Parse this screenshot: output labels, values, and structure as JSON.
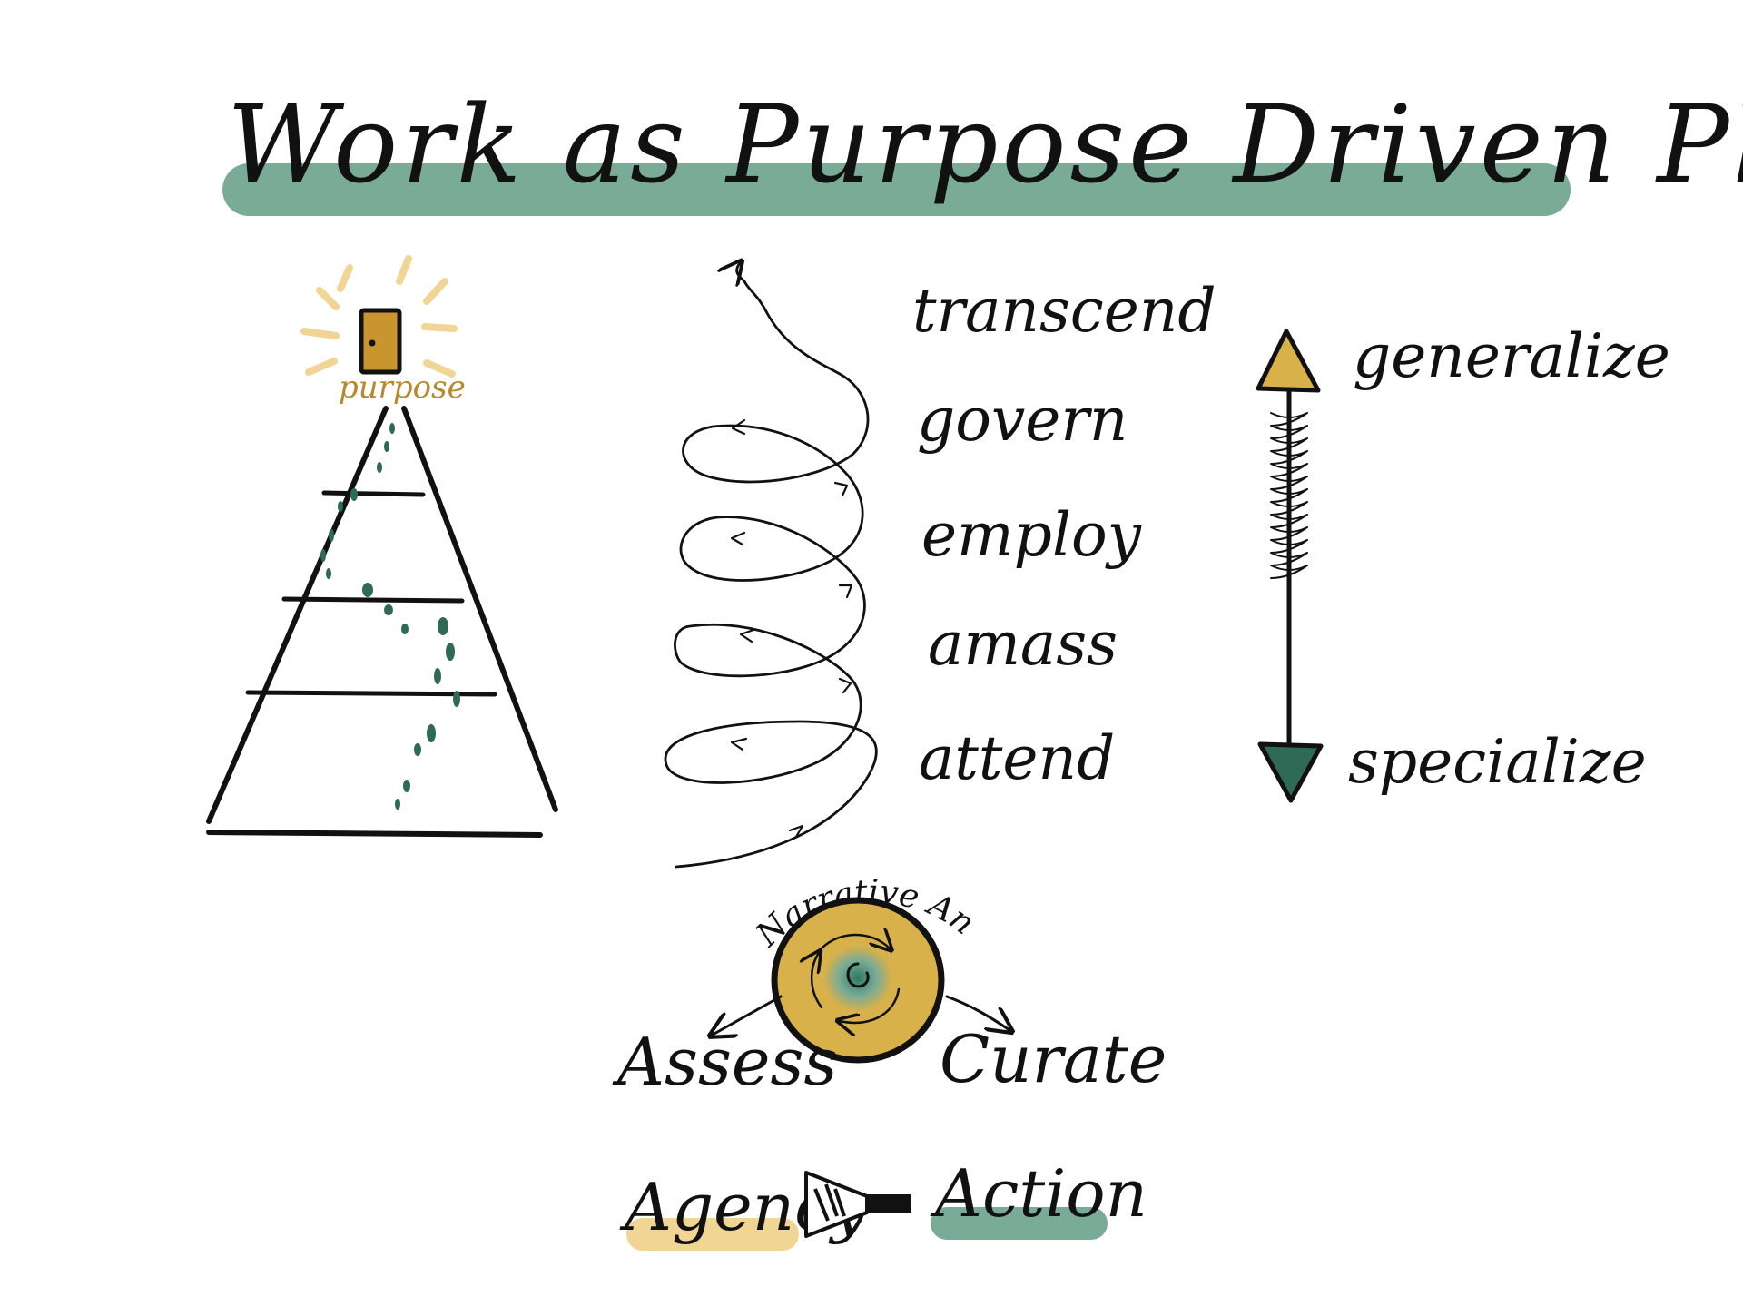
{
  "title": "Work as Purpose Driven Play",
  "pyramid": {
    "top_label": "purpose"
  },
  "spiral": {
    "levels": [
      "transcend",
      "govern",
      "employ",
      "amass",
      "attend"
    ]
  },
  "scale": {
    "top_label": "generalize",
    "bottom_label": "specialize"
  },
  "cycle": {
    "center_label": "Narrative Analysis",
    "left_label": "Assess",
    "right_label": "Curate"
  },
  "bottom": {
    "left_label": "Agency",
    "right_label": "Action"
  },
  "colors": {
    "green": "#7aab97",
    "dark_green": "#2e6a56",
    "gold": "#d8b14a",
    "light_gold": "#f0d595",
    "door_gold": "#c8952f",
    "ink": "#111111"
  }
}
